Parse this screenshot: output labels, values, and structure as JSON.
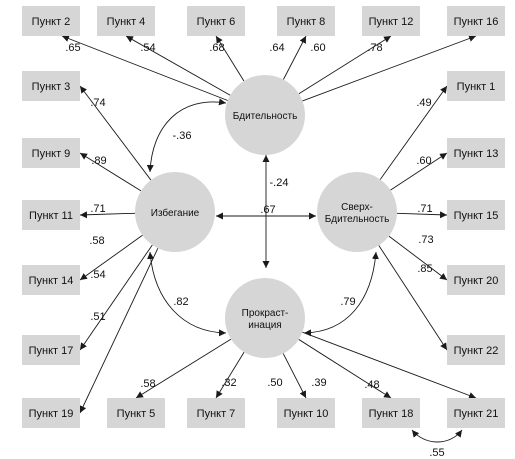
{
  "factors": {
    "vigilance": {
      "lines": [
        "Бдительность"
      ]
    },
    "avoidance": {
      "lines": [
        "Избегание"
      ]
    },
    "hypervigilance": {
      "lines": [
        "Сверх-",
        "Бдительность"
      ]
    },
    "procrastination": {
      "lines": [
        "Прокраст-",
        "инация"
      ]
    }
  },
  "items": {
    "p2": "Пункт 2",
    "p4": "Пункт 4",
    "p6": "Пункт 6",
    "p8": "Пункт 8",
    "p12": "Пункт 12",
    "p16": "Пункт 16",
    "p3": "Пункт 3",
    "p9": "Пункт 9",
    "p11": "Пункт 11",
    "p14": "Пункт 14",
    "p17": "Пункт 17",
    "p19": "Пункт 19",
    "p1": "Пункт 1",
    "p13": "Пункт 13",
    "p15": "Пункт 15",
    "p20": "Пункт 20",
    "p22": "Пункт 22",
    "p5": "Пункт 5",
    "p7": "Пункт 7",
    "p10": "Пункт 10",
    "p18": "Пункт 18",
    "p21": "Пункт 21"
  },
  "loadings": [
    {
      "factor": "vigilance",
      "item": "p2",
      "value": ".65"
    },
    {
      "factor": "vigilance",
      "item": "p4",
      "value": ".54"
    },
    {
      "factor": "vigilance",
      "item": "p6",
      "value": ".68"
    },
    {
      "factor": "vigilance",
      "item": "p8",
      "value": ".64"
    },
    {
      "factor": "vigilance",
      "item": "p12",
      "value": ".60"
    },
    {
      "factor": "vigilance",
      "item": "p16",
      "value": ".78"
    },
    {
      "factor": "avoidance",
      "item": "p3",
      "value": ".74"
    },
    {
      "factor": "avoidance",
      "item": "p9",
      "value": ".89"
    },
    {
      "factor": "avoidance",
      "item": "p11",
      "value": ".71"
    },
    {
      "factor": "avoidance",
      "item": "p14",
      "value": ".58"
    },
    {
      "factor": "avoidance",
      "item": "p17",
      "value": ".54"
    },
    {
      "factor": "avoidance",
      "item": "p19",
      "value": ".51"
    },
    {
      "factor": "hypervigilance",
      "item": "p1",
      "value": ".49"
    },
    {
      "factor": "hypervigilance",
      "item": "p13",
      "value": ".60"
    },
    {
      "factor": "hypervigilance",
      "item": "p15",
      "value": ".71"
    },
    {
      "factor": "hypervigilance",
      "item": "p20",
      "value": ".73"
    },
    {
      "factor": "hypervigilance",
      "item": "p22",
      "value": ".85"
    },
    {
      "factor": "procrastination",
      "item": "p5",
      "value": ".58"
    },
    {
      "factor": "procrastination",
      "item": "p7",
      "value": ".32"
    },
    {
      "factor": "procrastination",
      "item": "p10",
      "value": ".50"
    },
    {
      "factor": "procrastination",
      "item": "p18",
      "value": ".39"
    },
    {
      "factor": "procrastination",
      "item": "p21",
      "value": ".48"
    }
  ],
  "correlations": [
    {
      "a": "vigilance",
      "b": "avoidance",
      "value": "-.36"
    },
    {
      "a": "vigilance",
      "b": "procrastination",
      "value": "-.24"
    },
    {
      "a": "avoidance",
      "b": "hypervigilance",
      "value": ".67"
    },
    {
      "a": "avoidance",
      "b": "procrastination",
      "value": ".82"
    },
    {
      "a": "hypervigilance",
      "b": "procrastination",
      "value": ".79"
    }
  ],
  "error_covariances": [
    {
      "a": "p18",
      "b": "p21",
      "value": ".55"
    }
  ]
}
